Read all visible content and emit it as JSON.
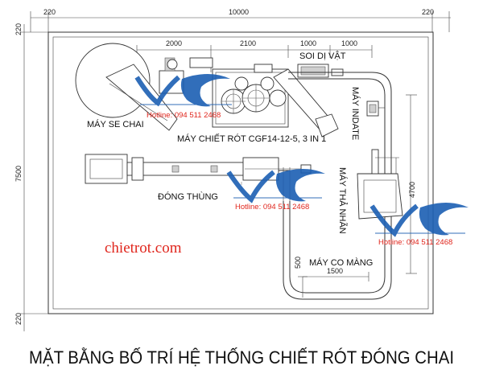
{
  "dimensions": {
    "top_left": "220",
    "top_total": "10000",
    "top_right": "220",
    "left_top": "220",
    "left_height": "7500",
    "left_bottom": "220",
    "seg_2000": "2000",
    "seg_2100": "2100",
    "seg_1000_a": "1000",
    "seg_1000_b": "1000",
    "right_4700": "4700",
    "bottom_500": "500",
    "bottom_1500": "1500"
  },
  "labels": {
    "may_se_chai": "MÁY SE CHAI",
    "soi_di_vat": "SOI DỊ VẬT",
    "may_chiet_rot": "MÁY CHIẾT RÓT CGF14-12-5, 3 IN 1",
    "may_indate": "MÁY INDATE",
    "dong_thung": "ĐÓNG THÙNG",
    "may_tha_nhan": "MÁY THẢ NHÃN",
    "may_co_mang": "MÁY CO MÀNG"
  },
  "watermarks": {
    "hotline_1": "Hotline: 094 511 2468",
    "hotline_2": "Hotline: 094 511 2468",
    "hotline_3": "Hotline: 094 511 2468"
  },
  "brand": "chietrot.com",
  "title": "MẶT BẰNG BỐ TRÍ HỆ THỐNG CHIẾT RÓT ĐÓNG CHAI",
  "colors": {
    "logo_blue": "#1b5fb3",
    "hotline_red": "#e0261d",
    "line": "#333333"
  }
}
